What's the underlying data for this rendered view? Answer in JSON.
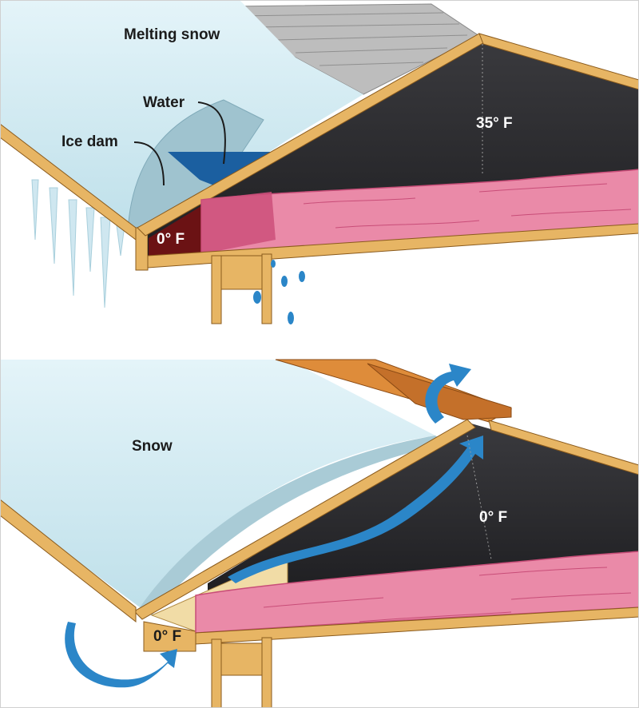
{
  "panels": {
    "top": {
      "melting_snow": "Melting snow",
      "water": "Water",
      "ice_dam": "Ice dam",
      "attic_temp": "35° F",
      "eave_temp": "0° F"
    },
    "bottom": {
      "snow": "Snow",
      "attic_temp": "0° F",
      "eave_temp": "0° F"
    }
  },
  "colors": {
    "snow": "#d6eef5",
    "snow_shade": "#a9cbd6",
    "water": "#1b5fa0",
    "insulation": "#ea8aa8",
    "insulation_dark": "#c84d78",
    "attic": "#262628",
    "wood": "#e7b564",
    "wood_edge": "#8a5a1c",
    "shingles": "#bdbdbd",
    "airflow": "#2b86c8",
    "ridge_vent": "#de8c3a",
    "cold_eave": "#6b1214"
  }
}
